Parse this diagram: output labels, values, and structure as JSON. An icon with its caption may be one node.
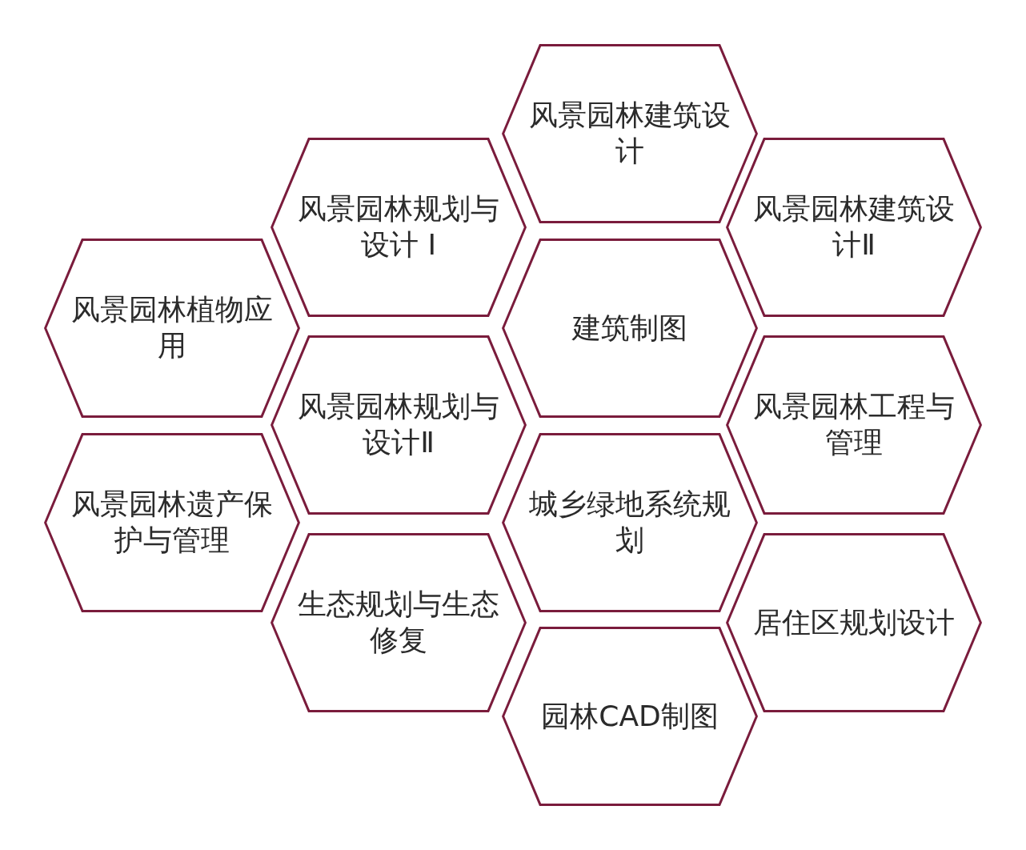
{
  "diagram": {
    "nodes": [
      {
        "text": [
          "风景园林建筑设计"
        ]
      },
      {
        "text": [
          "风景园林规划与设计 Ⅰ"
        ]
      },
      {
        "text": [
          "风景园林建筑设计Ⅱ"
        ]
      },
      {
        "text": [
          "风景园林植物应用"
        ]
      },
      {
        "text": [
          "建筑制图"
        ]
      },
      {
        "text": [
          "风景园林规划与设计Ⅱ"
        ]
      },
      {
        "text": [
          "风景园林工程与管理"
        ]
      },
      {
        "text": [
          "风景园林遗产保护与管理"
        ]
      },
      {
        "text": [
          "城乡绿地系统规划"
        ]
      },
      {
        "text": [
          "生态规划与生态修复"
        ]
      },
      {
        "text": [
          "居住区规划设计"
        ]
      },
      {
        "text": [
          "园林CAD制图"
        ]
      }
    ]
  }
}
